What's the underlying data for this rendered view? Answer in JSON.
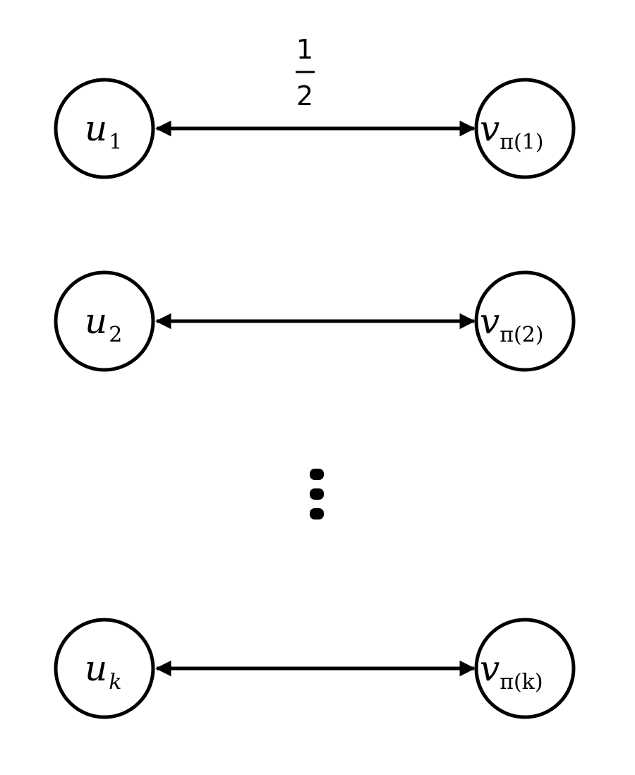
{
  "edge_weight": {
    "numerator": "1",
    "denominator": "2"
  },
  "rows": [
    {
      "left": {
        "main": "u",
        "sub": "1"
      },
      "right": {
        "main": "v",
        "sub": "π(1)"
      }
    },
    {
      "left": {
        "main": "u",
        "sub": "2"
      },
      "right": {
        "main": "v",
        "sub": "π(2)"
      }
    },
    {
      "left": {
        "main": "u",
        "sub": "k"
      },
      "right": {
        "main": "v",
        "sub": "π(k)"
      }
    }
  ]
}
